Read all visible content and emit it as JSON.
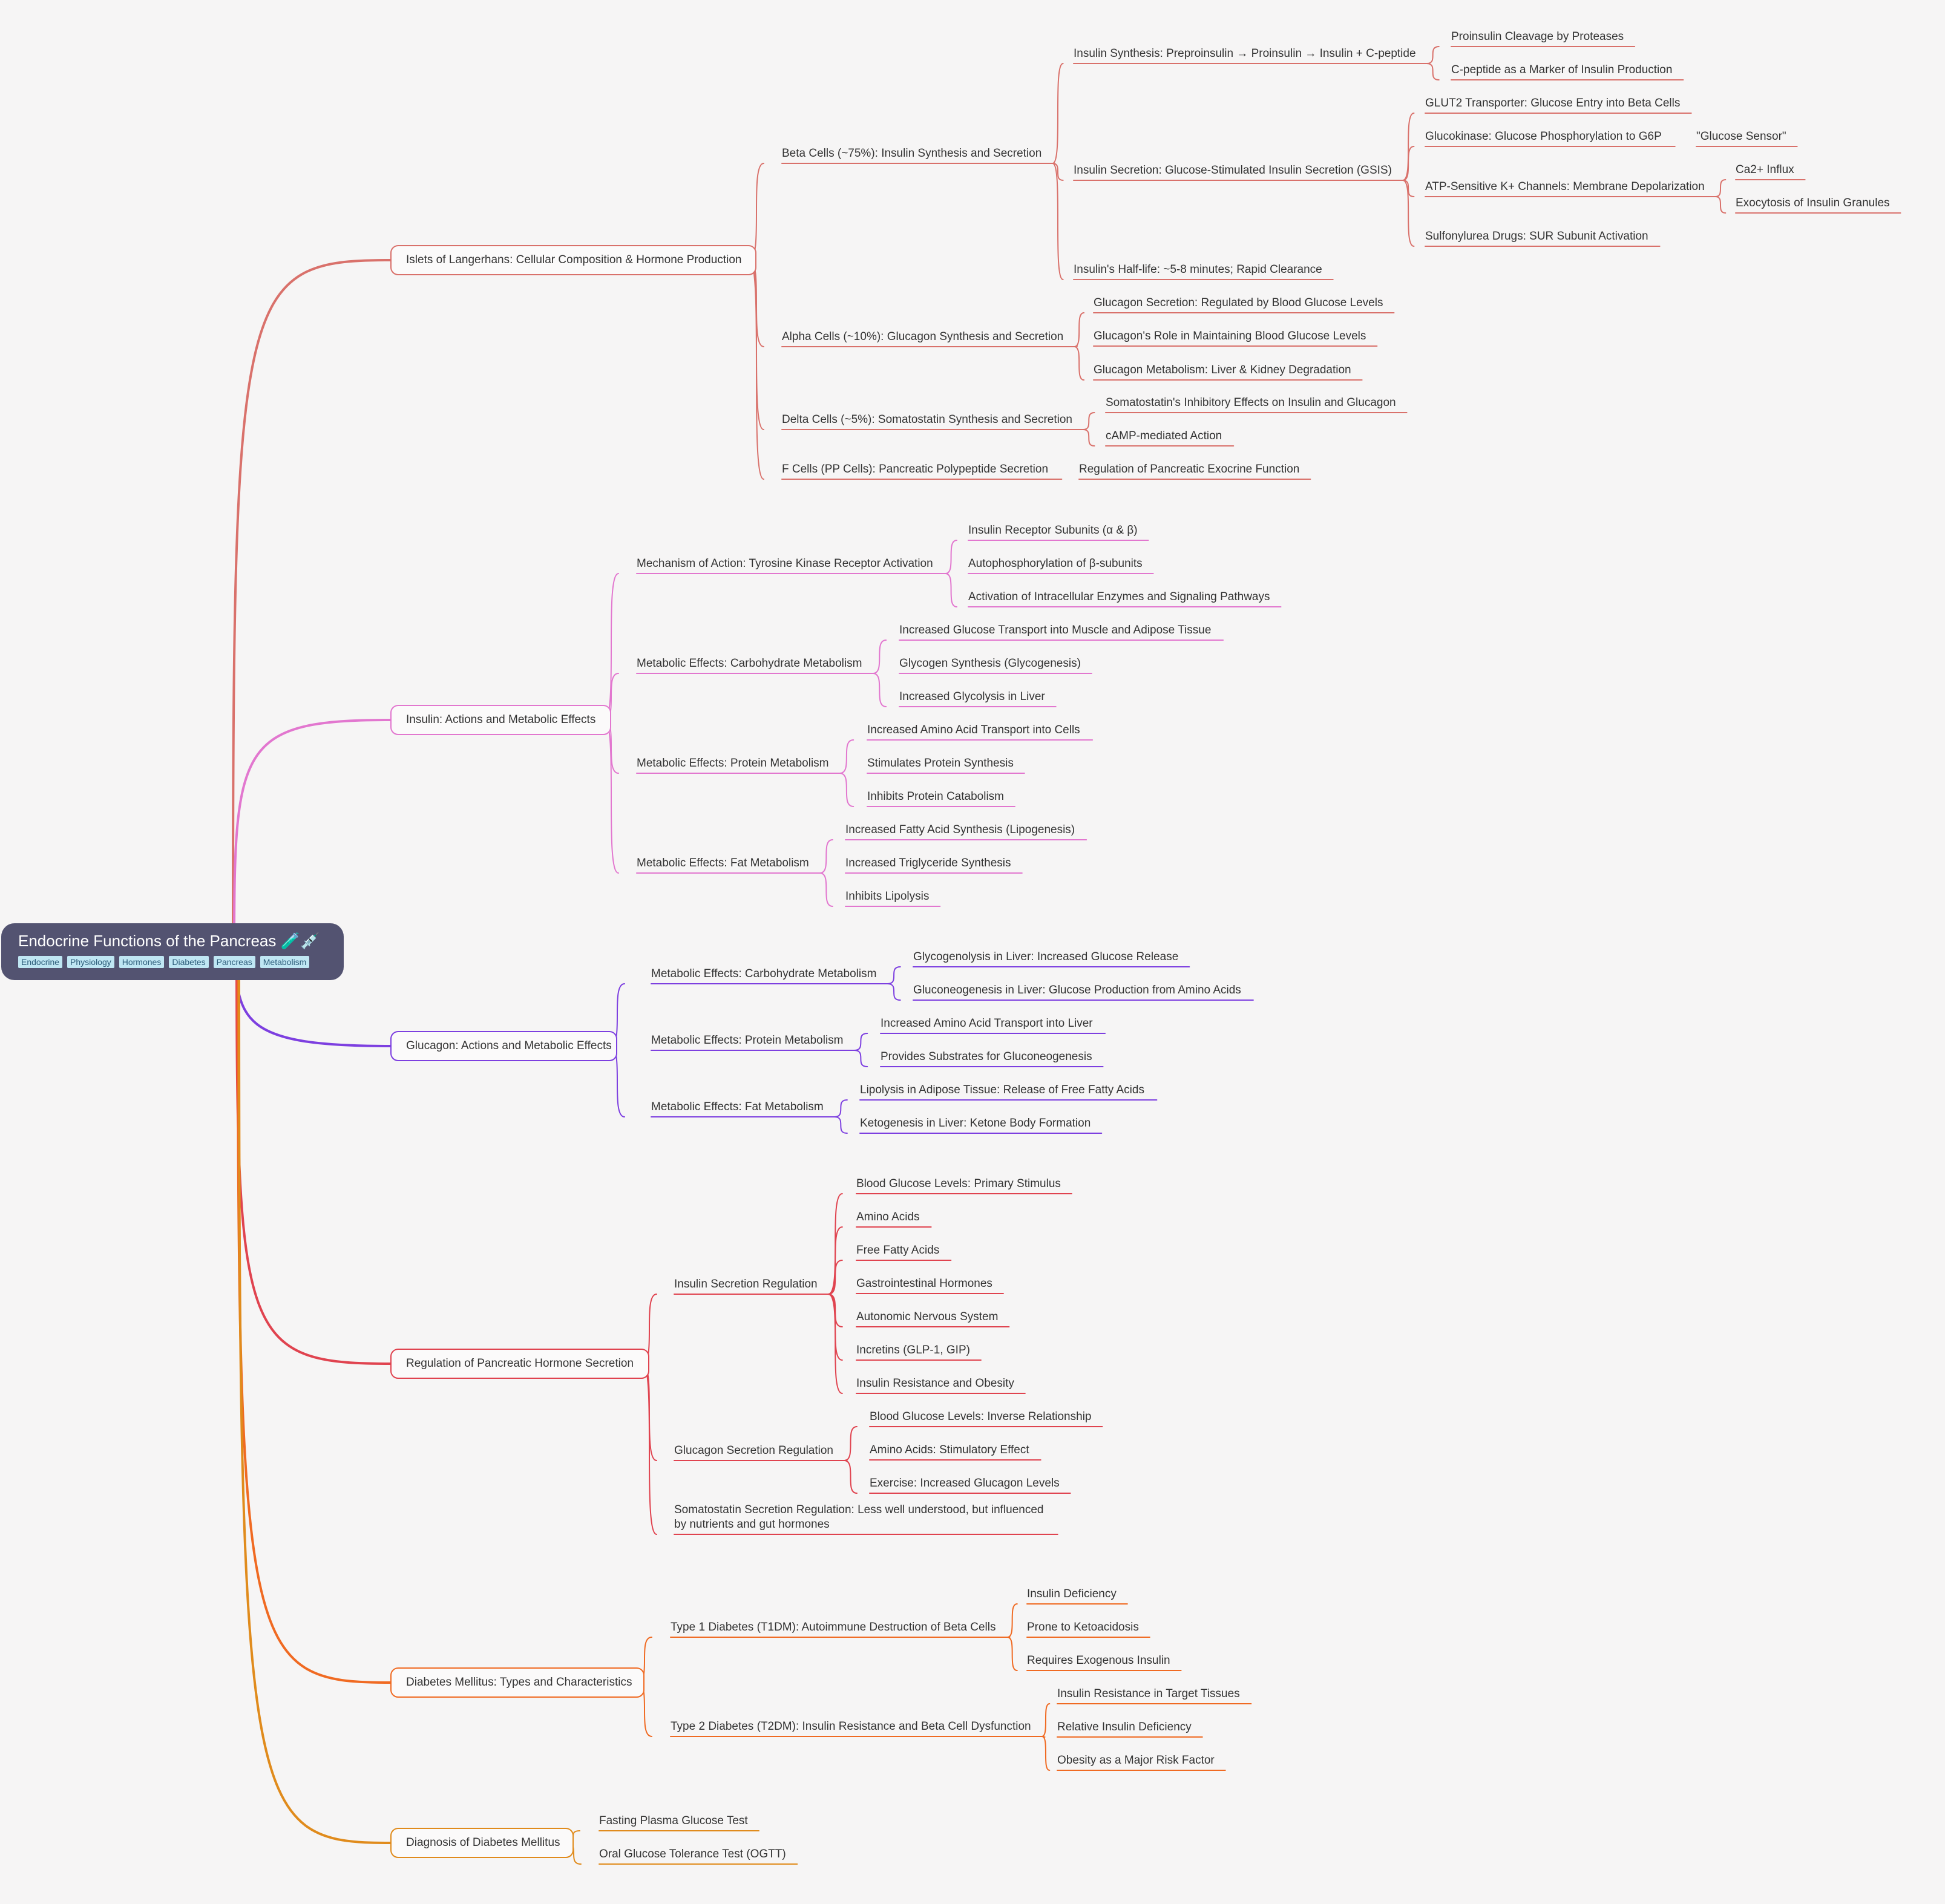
{
  "root": {
    "title": "Endocrine Functions of the Pancreas 🧪💉",
    "tags": [
      "Endocrine",
      "Physiology",
      "Hormones",
      "Diabetes",
      "Pancreas",
      "Metabolism"
    ]
  },
  "colors": {
    "islets": "#d9716b",
    "insulin": "#e277cf",
    "glucagon": "#7d3fe0",
    "regulation": "#e0434f",
    "diabetes": "#f06a22",
    "diagnosis": "#e08b1c",
    "root_bg": "#535371",
    "tag_bg": "#bfe6f3"
  },
  "branches": [
    {
      "label": "Islets of Langerhans: Cellular Composition & Hormone Production",
      "color_key": "islets",
      "children": [
        {
          "label": "Beta Cells (~75%): Insulin Synthesis and Secretion",
          "children": [
            {
              "label": "Insulin Synthesis: Preproinsulin → Proinsulin → Insulin + C-peptide",
              "children": [
                {
                  "label": "Proinsulin Cleavage by Proteases"
                },
                {
                  "label": "C-peptide as a Marker of Insulin Production"
                }
              ]
            },
            {
              "label": "Insulin Secretion: Glucose-Stimulated Insulin Secretion (GSIS)",
              "children": [
                {
                  "label": "GLUT2 Transporter: Glucose Entry into Beta Cells"
                },
                {
                  "label": "Glucokinase: Glucose Phosphorylation to G6P",
                  "children": [
                    {
                      "label": "\"Glucose Sensor\""
                    }
                  ]
                },
                {
                  "label": "ATP-Sensitive K+ Channels: Membrane Depolarization",
                  "children": [
                    {
                      "label": "Ca2+ Influx"
                    },
                    {
                      "label": "Exocytosis of Insulin Granules"
                    }
                  ]
                },
                {
                  "label": "Sulfonylurea Drugs: SUR Subunit Activation"
                }
              ]
            },
            {
              "label": "Insulin's Half-life: ~5-8 minutes; Rapid Clearance"
            }
          ]
        },
        {
          "label": "Alpha Cells (~10%): Glucagon Synthesis and Secretion",
          "children": [
            {
              "label": "Glucagon Secretion: Regulated by Blood Glucose Levels"
            },
            {
              "label": "Glucagon's Role in Maintaining Blood Glucose Levels"
            },
            {
              "label": "Glucagon Metabolism: Liver & Kidney Degradation"
            }
          ]
        },
        {
          "label": "Delta Cells (~5%): Somatostatin Synthesis and Secretion",
          "children": [
            {
              "label": "Somatostatin's Inhibitory Effects on Insulin and Glucagon"
            },
            {
              "label": "cAMP-mediated Action"
            }
          ]
        },
        {
          "label": "F Cells (PP Cells): Pancreatic Polypeptide Secretion",
          "children": [
            {
              "label": "Regulation of Pancreatic Exocrine Function"
            }
          ]
        }
      ]
    },
    {
      "label": "Insulin: Actions and Metabolic Effects",
      "color_key": "insulin",
      "children": [
        {
          "label": "Mechanism of Action: Tyrosine Kinase Receptor Activation",
          "children": [
            {
              "label": "Insulin Receptor Subunits (α & β)"
            },
            {
              "label": "Autophosphorylation of β-subunits"
            },
            {
              "label": "Activation of Intracellular Enzymes and Signaling Pathways"
            }
          ]
        },
        {
          "label": "Metabolic Effects: Carbohydrate Metabolism",
          "children": [
            {
              "label": "Increased Glucose Transport into Muscle and Adipose Tissue"
            },
            {
              "label": "Glycogen Synthesis (Glycogenesis)"
            },
            {
              "label": "Increased Glycolysis in Liver"
            }
          ]
        },
        {
          "label": "Metabolic Effects: Protein Metabolism",
          "children": [
            {
              "label": "Increased Amino Acid Transport into Cells"
            },
            {
              "label": "Stimulates Protein Synthesis"
            },
            {
              "label": "Inhibits Protein Catabolism"
            }
          ]
        },
        {
          "label": "Metabolic Effects: Fat Metabolism",
          "children": [
            {
              "label": "Increased Fatty Acid Synthesis (Lipogenesis)"
            },
            {
              "label": "Increased Triglyceride Synthesis"
            },
            {
              "label": "Inhibits Lipolysis"
            }
          ]
        }
      ]
    },
    {
      "label": "Glucagon: Actions and Metabolic Effects",
      "color_key": "glucagon",
      "children": [
        {
          "label": "Metabolic Effects: Carbohydrate Metabolism",
          "children": [
            {
              "label": "Glycogenolysis in Liver: Increased Glucose Release"
            },
            {
              "label": "Gluconeogenesis in Liver: Glucose Production from Amino Acids"
            }
          ]
        },
        {
          "label": "Metabolic Effects: Protein Metabolism",
          "children": [
            {
              "label": "Increased Amino Acid Transport into Liver"
            },
            {
              "label": "Provides Substrates for Gluconeogenesis"
            }
          ]
        },
        {
          "label": "Metabolic Effects: Fat Metabolism",
          "children": [
            {
              "label": "Lipolysis in Adipose Tissue: Release of Free Fatty Acids"
            },
            {
              "label": "Ketogenesis in Liver: Ketone Body Formation"
            }
          ]
        }
      ]
    },
    {
      "label": "Regulation of Pancreatic Hormone Secretion",
      "color_key": "regulation",
      "children": [
        {
          "label": "Insulin Secretion Regulation",
          "children": [
            {
              "label": "Blood Glucose Levels: Primary Stimulus"
            },
            {
              "label": "Amino Acids"
            },
            {
              "label": "Free Fatty Acids"
            },
            {
              "label": "Gastrointestinal Hormones"
            },
            {
              "label": "Autonomic Nervous System"
            },
            {
              "label": "Incretins (GLP-1, GIP)"
            },
            {
              "label": "Insulin Resistance and Obesity"
            }
          ]
        },
        {
          "label": "Glucagon Secretion Regulation",
          "children": [
            {
              "label": "Blood Glucose Levels: Inverse Relationship"
            },
            {
              "label": "Amino Acids: Stimulatory Effect"
            },
            {
              "label": "Exercise: Increased Glucagon Levels"
            }
          ]
        },
        {
          "label": "Somatostatin Secretion Regulation:  Less well understood, but influenced",
          "label2": "by nutrients and gut hormones"
        }
      ]
    },
    {
      "label": "Diabetes Mellitus: Types and Characteristics",
      "color_key": "diabetes",
      "children": [
        {
          "label": "Type 1 Diabetes (T1DM): Autoimmune Destruction of Beta Cells",
          "children": [
            {
              "label": "Insulin Deficiency"
            },
            {
              "label": "Prone to Ketoacidosis"
            },
            {
              "label": "Requires Exogenous Insulin"
            }
          ]
        },
        {
          "label": "Type 2 Diabetes (T2DM): Insulin Resistance and Beta Cell Dysfunction",
          "children": [
            {
              "label": "Insulin Resistance in Target Tissues"
            },
            {
              "label": "Relative Insulin Deficiency"
            },
            {
              "label": "Obesity as a Major Risk Factor"
            }
          ]
        }
      ]
    },
    {
      "label": "Diagnosis of Diabetes Mellitus",
      "color_key": "diagnosis",
      "children": [
        {
          "label": "Fasting Plasma Glucose Test"
        },
        {
          "label": "Oral Glucose Tolerance Test (OGTT)"
        }
      ]
    }
  ]
}
